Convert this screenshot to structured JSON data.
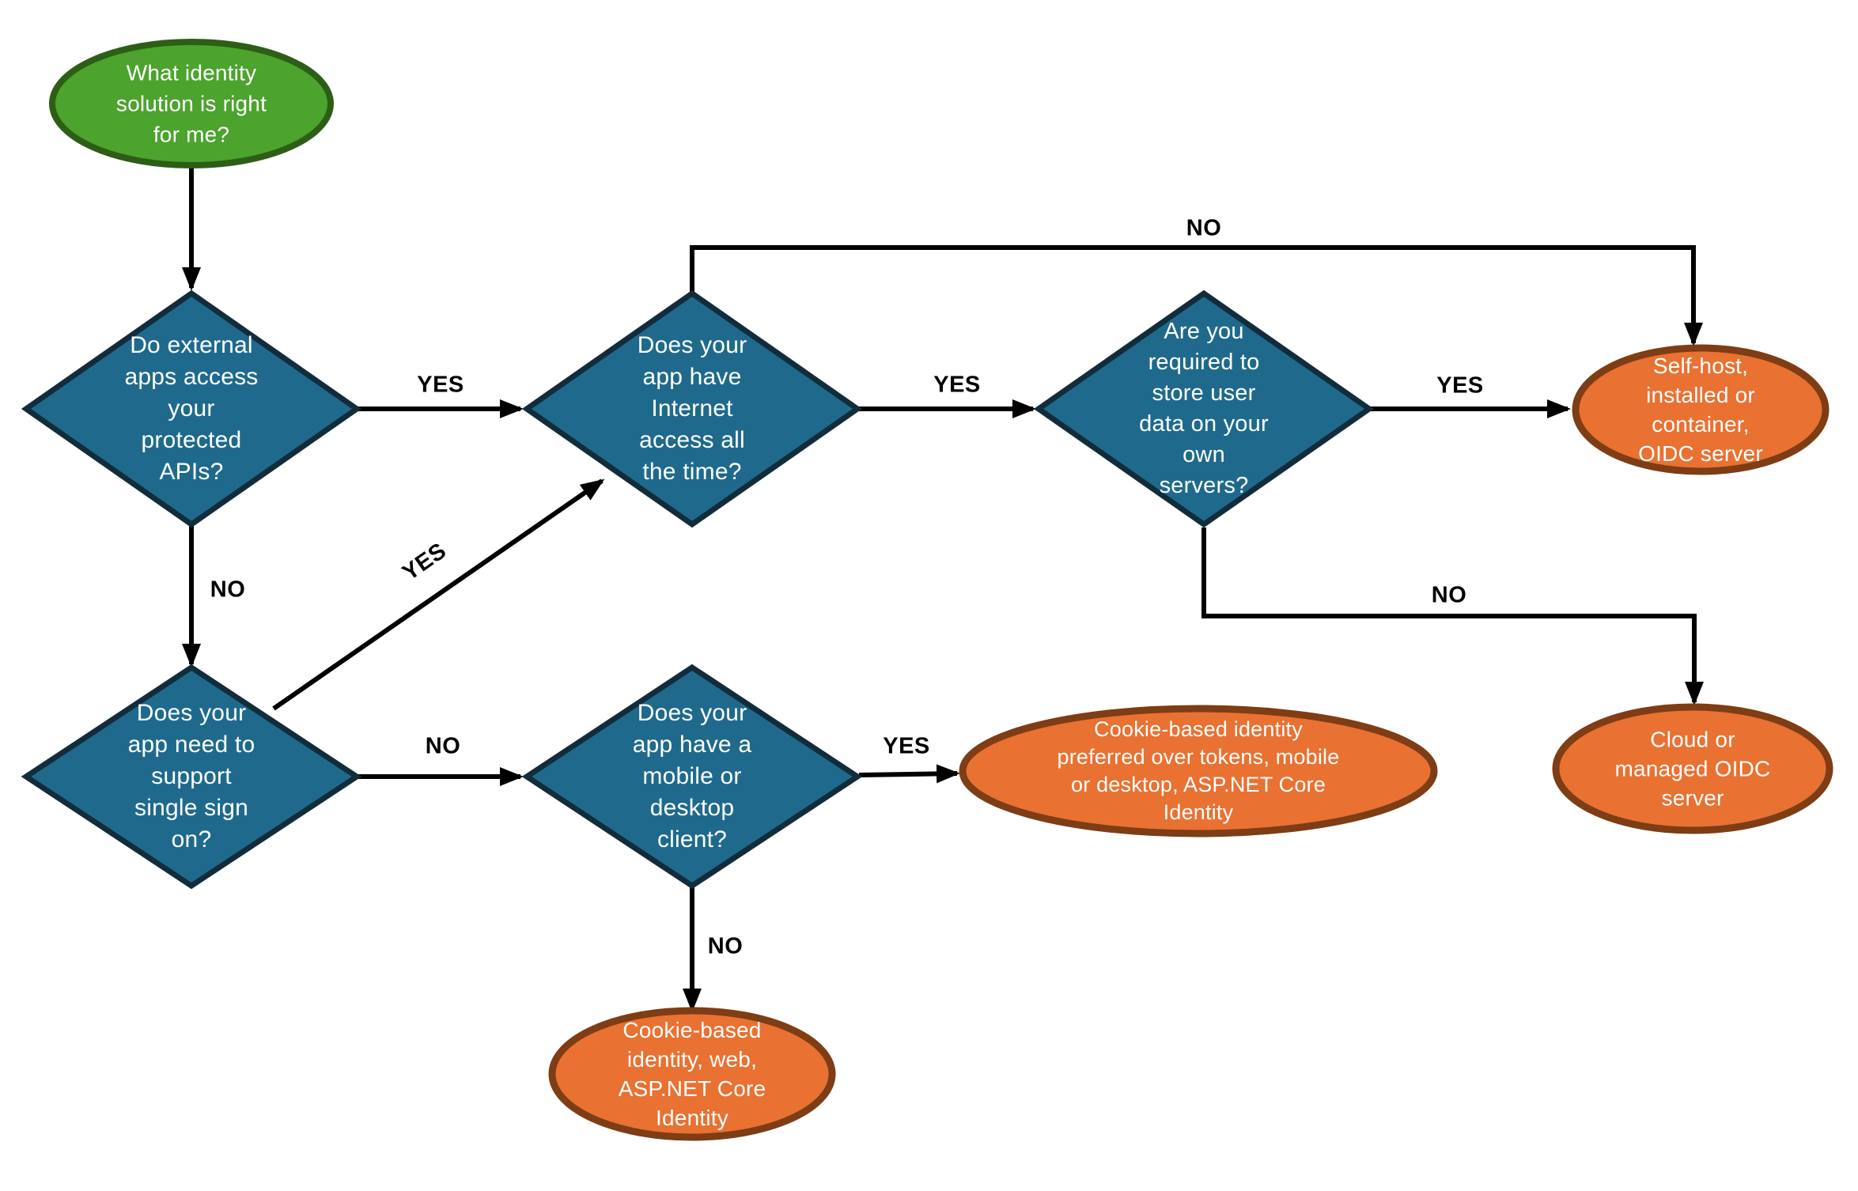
{
  "diagram": {
    "kind": "decision-flowchart",
    "background": "#FFFFFF"
  },
  "colors": {
    "start_fill": "#4CA32D",
    "start_border": "#2D5E15",
    "question_fill": "#1F6A8C",
    "question_border": "#122C3B",
    "result_fill": "#E97132",
    "result_border": "#7E3D15",
    "connector": "#000000",
    "shape_text": "#FFFFFF",
    "label_text": "#000000"
  },
  "nodes": {
    "start": {
      "type": "start",
      "shape": "ellipse",
      "text": "What identity\nsolution is right\nfor me?"
    },
    "q_external_apis": {
      "type": "question",
      "shape": "diamond",
      "text": "Do external\napps access\nyour\nprotected\nAPIs?"
    },
    "q_internet": {
      "type": "question",
      "shape": "diamond",
      "text": "Does your\napp have\nInternet\naccess all\nthe time?"
    },
    "q_store_data": {
      "type": "question",
      "shape": "diamond",
      "text": "Are you\nrequired to\nstore user\ndata on your\nown\nservers?"
    },
    "q_sso": {
      "type": "question",
      "shape": "diamond",
      "text": "Does your\napp need to\nsupport\nsingle sign\non?"
    },
    "q_mobile_desktop": {
      "type": "question",
      "shape": "diamond",
      "text": "Does your\napp have a\nmobile or\ndesktop\nclient?"
    },
    "r_selfhost": {
      "type": "result",
      "shape": "ellipse",
      "text": "Self-host,\ninstalled or\ncontainer,\nOIDC server"
    },
    "r_cookie_mobile": {
      "type": "result",
      "shape": "ellipse",
      "text": "Cookie-based identity\npreferred over tokens, mobile\nor desktop, ASP.NET Core\nIdentity"
    },
    "r_cloud": {
      "type": "result",
      "shape": "ellipse",
      "text": "Cloud or\nmanaged OIDC\nserver"
    },
    "r_cookie_web": {
      "type": "result",
      "shape": "ellipse",
      "text": "Cookie-based\nidentity, web,\nASP.NET Core\nIdentity"
    }
  },
  "edges": [
    {
      "from": "start",
      "to": "q_external_apis",
      "label": ""
    },
    {
      "from": "q_external_apis",
      "to": "q_internet",
      "label": "YES"
    },
    {
      "from": "q_external_apis",
      "to": "q_sso",
      "label": "NO"
    },
    {
      "from": "q_sso",
      "to": "q_internet",
      "label": "YES"
    },
    {
      "from": "q_sso",
      "to": "q_mobile_desktop",
      "label": "NO"
    },
    {
      "from": "q_internet",
      "to": "q_store_data",
      "label": "YES"
    },
    {
      "from": "q_internet",
      "to": "r_selfhost",
      "label": "NO"
    },
    {
      "from": "q_store_data",
      "to": "r_selfhost",
      "label": "YES"
    },
    {
      "from": "q_store_data",
      "to": "r_cloud",
      "label": "NO"
    },
    {
      "from": "q_mobile_desktop",
      "to": "r_cookie_mobile",
      "label": "YES"
    },
    {
      "from": "q_mobile_desktop",
      "to": "r_cookie_web",
      "label": "NO"
    }
  ]
}
